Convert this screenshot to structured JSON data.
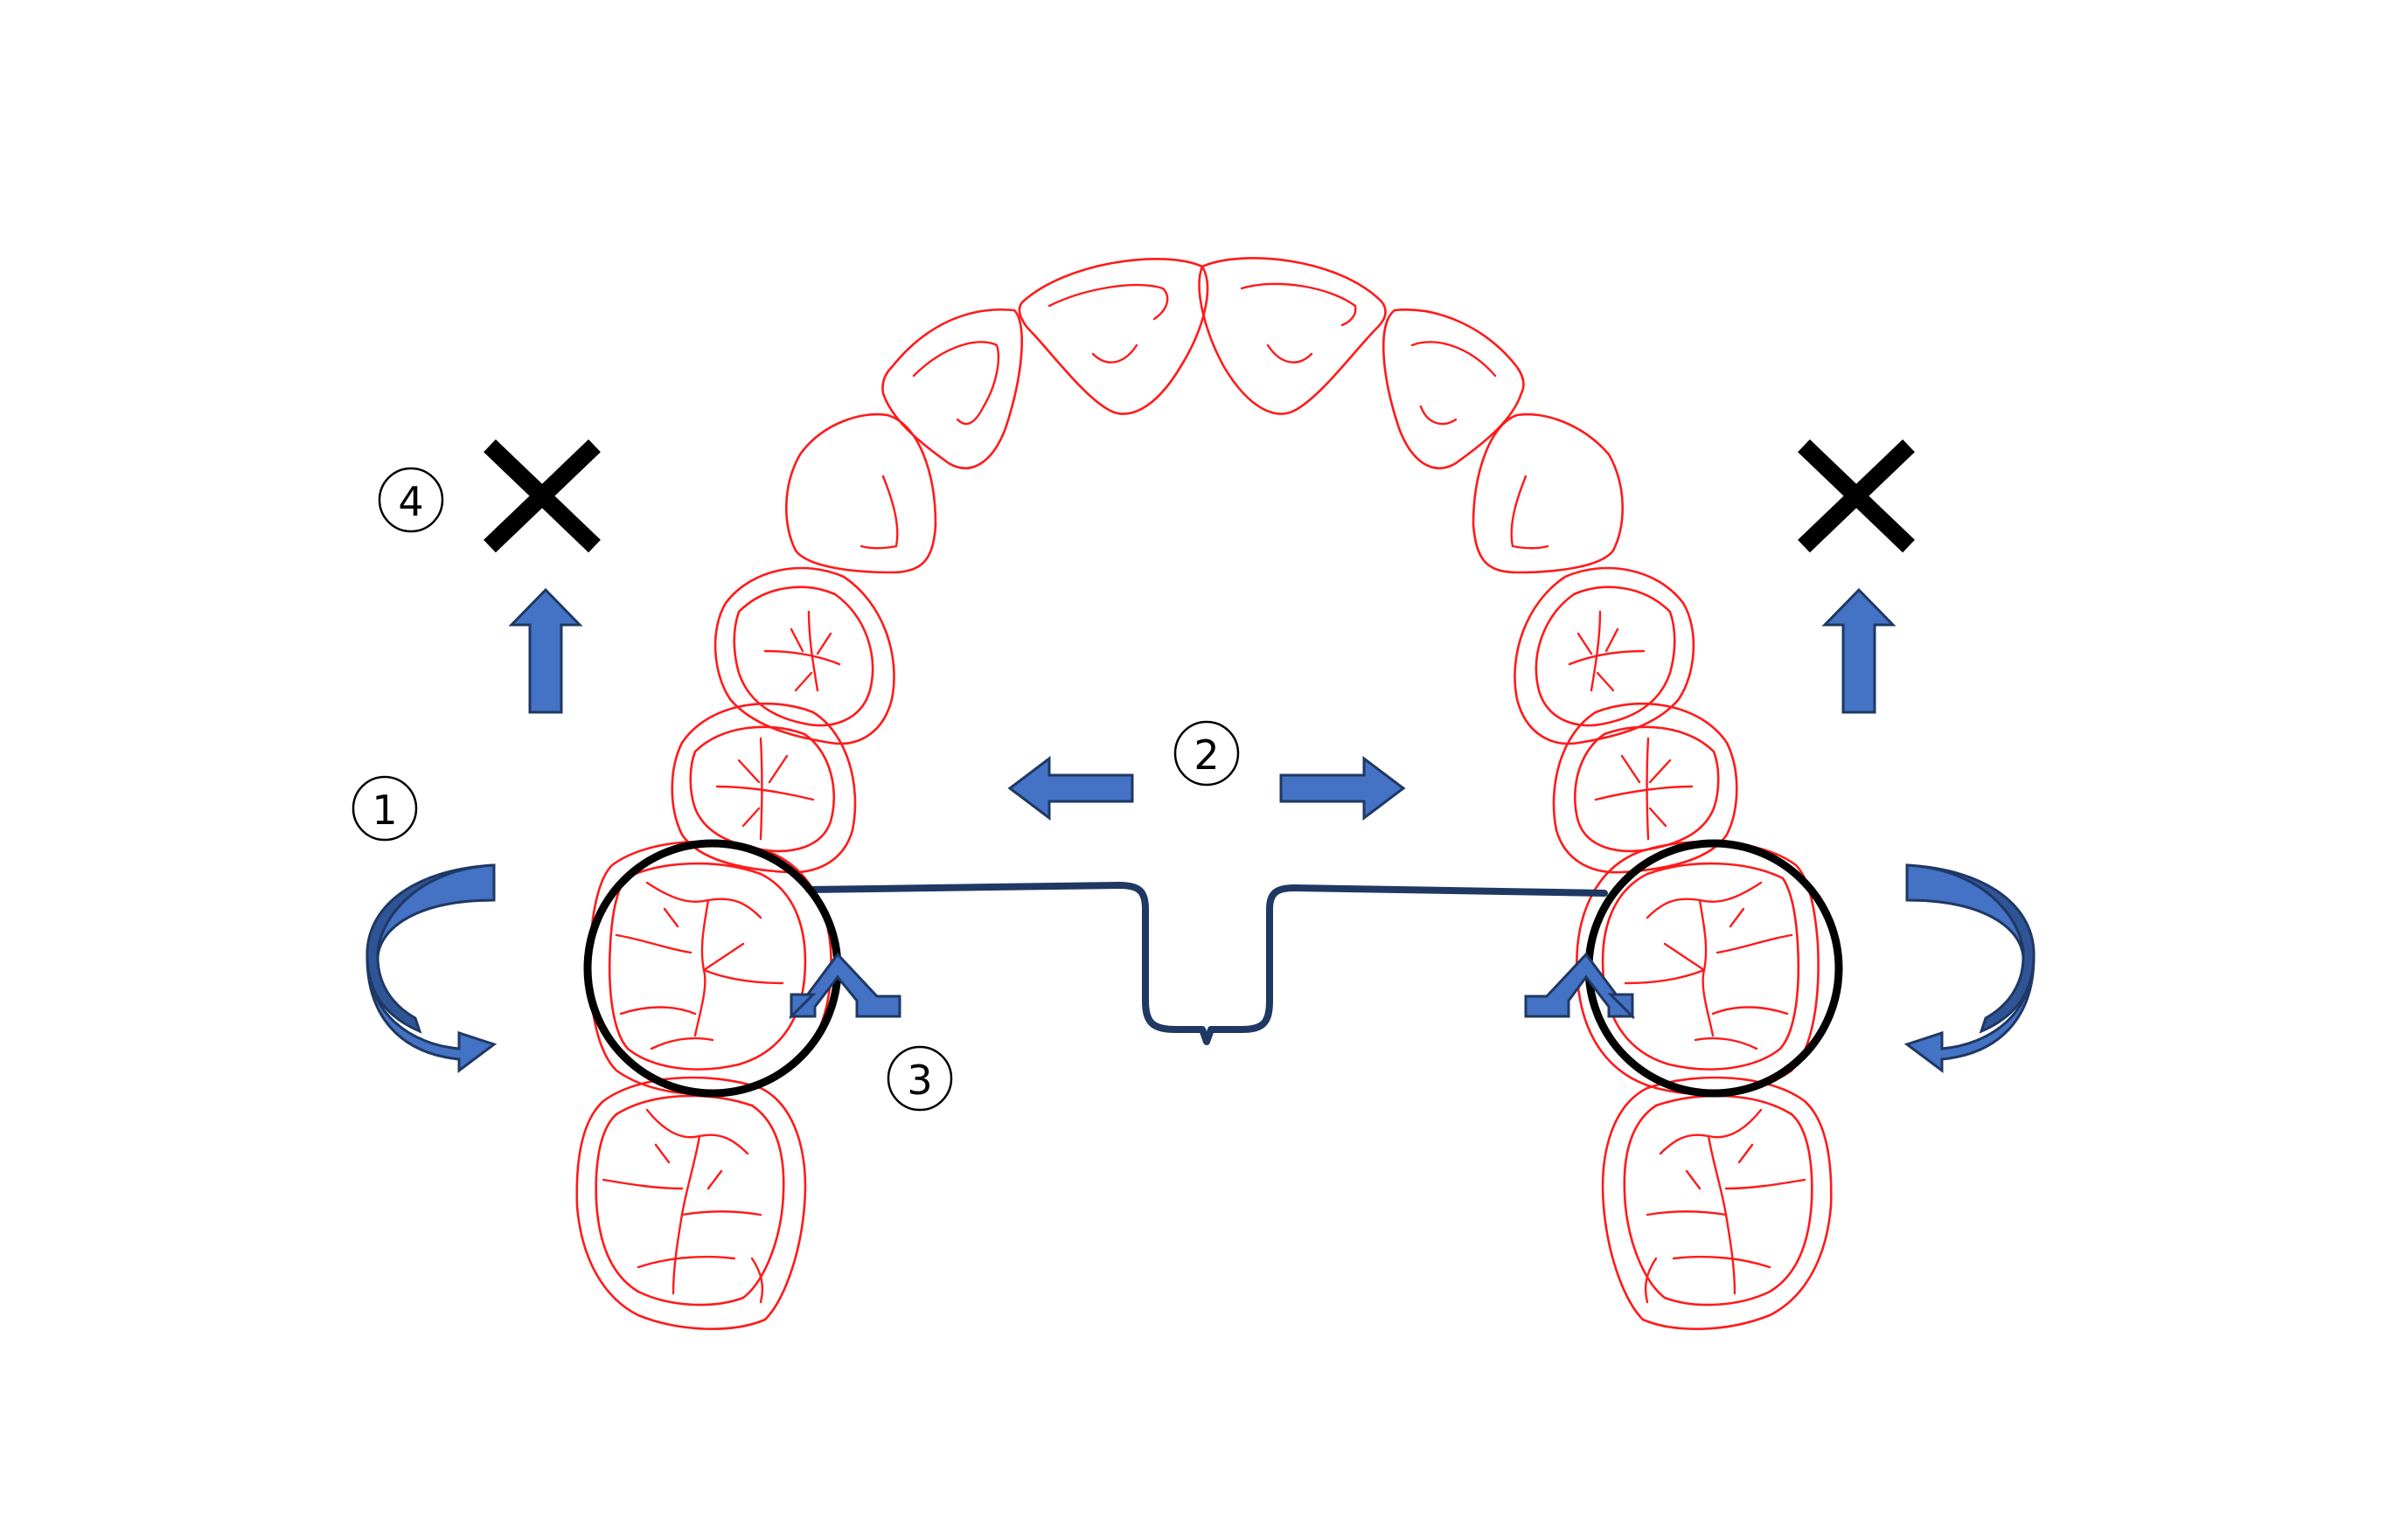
{
  "labels": {
    "label_1": "1",
    "label_2": "2",
    "label_3": "3",
    "label_4": "4"
  },
  "colors": {
    "teeth_outline": "#ff1a1a",
    "arrow_fill": "#4472c4",
    "arrow_outline": "#1f3864",
    "wire": "#1f3864",
    "ring": "#000000",
    "x_mark": "#000000"
  },
  "icons": {
    "prohibited_mark": "x-mark-icon",
    "movement_arrow": "arrow-icon",
    "rotation_arrow": "curved-arrow-icon"
  }
}
